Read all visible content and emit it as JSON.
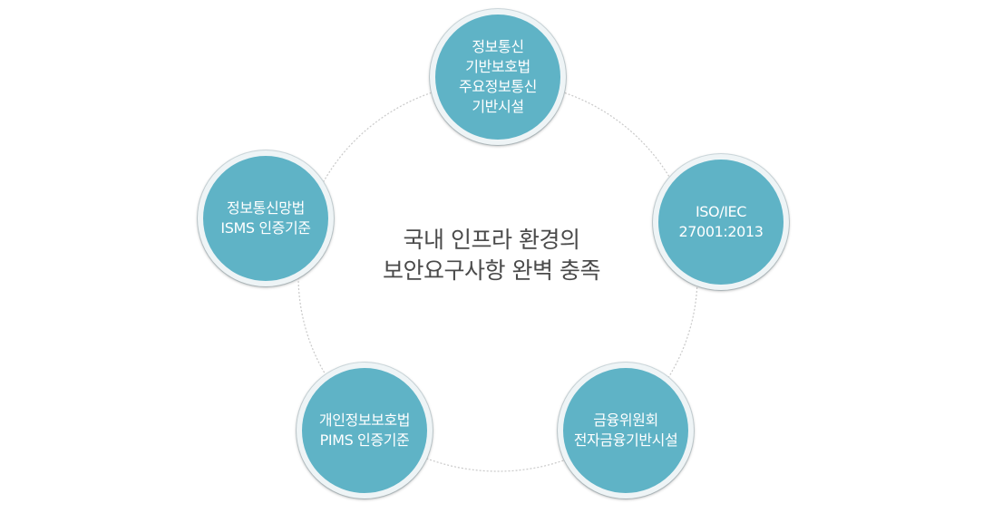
{
  "center": {
    "line1": "국내 인프라 환경의",
    "line2": "보안요구사항 완벽 충족"
  },
  "nodes": {
    "top": [
      "정보통신",
      "기반보호법",
      "주요정보통신",
      "기반시설"
    ],
    "right": [
      "ISO/IEC",
      "27001:2013"
    ],
    "bottom_right": [
      "금융위원회",
      "전자금융기반시설"
    ],
    "bottom_left": [
      "개인정보보호법",
      "PIMS 인증기준"
    ],
    "left": [
      "정보통신망법",
      "ISMS 인증기준"
    ]
  },
  "colors": {
    "node_fill": "#5fb3c6",
    "node_ring": "#eef4f6",
    "center_text": "#4a4a4a",
    "ring_line": "#c9c9c9"
  }
}
